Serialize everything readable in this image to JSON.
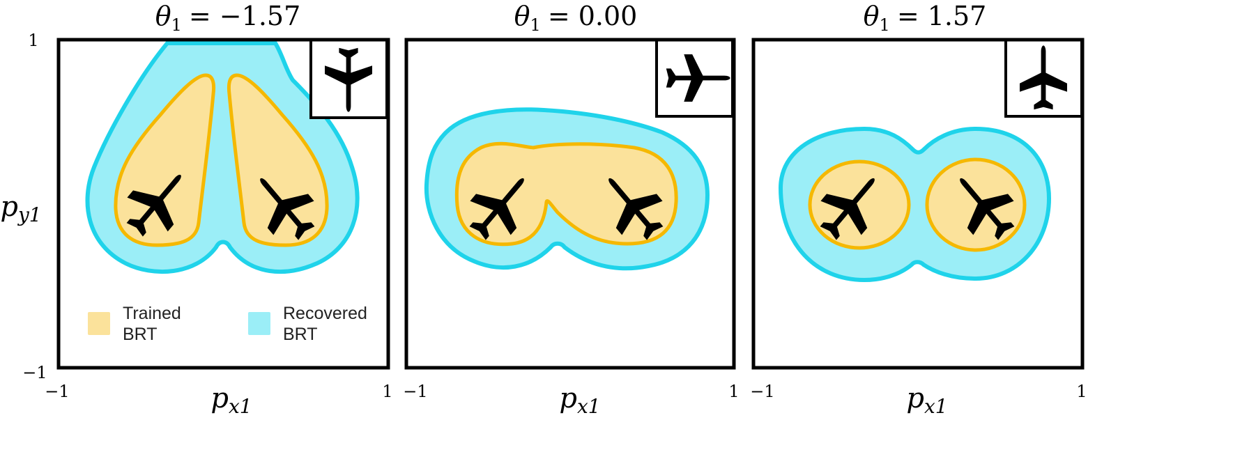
{
  "colors": {
    "trained_fill": "#fbe29b",
    "trained_edge": "#f5b800",
    "recovered_fill": "#9beef7",
    "recovered_edge": "#1fd3ea",
    "frame": "#000000"
  },
  "panels": [
    {
      "title_symbol": "θ",
      "title_sub": "1",
      "title_value": "= −1.57",
      "xtick_min": "−1",
      "xtick_max": "1",
      "xlabel_symbol": "p",
      "xlabel_sub": "x1",
      "heading_icon": "airplane-pointing-down-icon"
    },
    {
      "title_symbol": "θ",
      "title_sub": "1",
      "title_value": "= 0.00",
      "xtick_min": "−1",
      "xtick_max": "1",
      "xlabel_symbol": "p",
      "xlabel_sub": "x1",
      "heading_icon": "airplane-pointing-right-icon"
    },
    {
      "title_symbol": "θ",
      "title_sub": "1",
      "title_value": "= 1.57",
      "xtick_min": "−1",
      "xtick_max": "1",
      "xlabel_symbol": "p",
      "xlabel_sub": "x1",
      "heading_icon": "airplane-pointing-up-icon"
    }
  ],
  "yaxis": {
    "tick_max": "1",
    "tick_min": "−1",
    "label_symbol": "p",
    "label_sub": "y1"
  },
  "legend": {
    "trained_line1": "Trained",
    "trained_line2": "BRT",
    "recovered_line1": "Recovered",
    "recovered_line2": "BRT"
  }
}
